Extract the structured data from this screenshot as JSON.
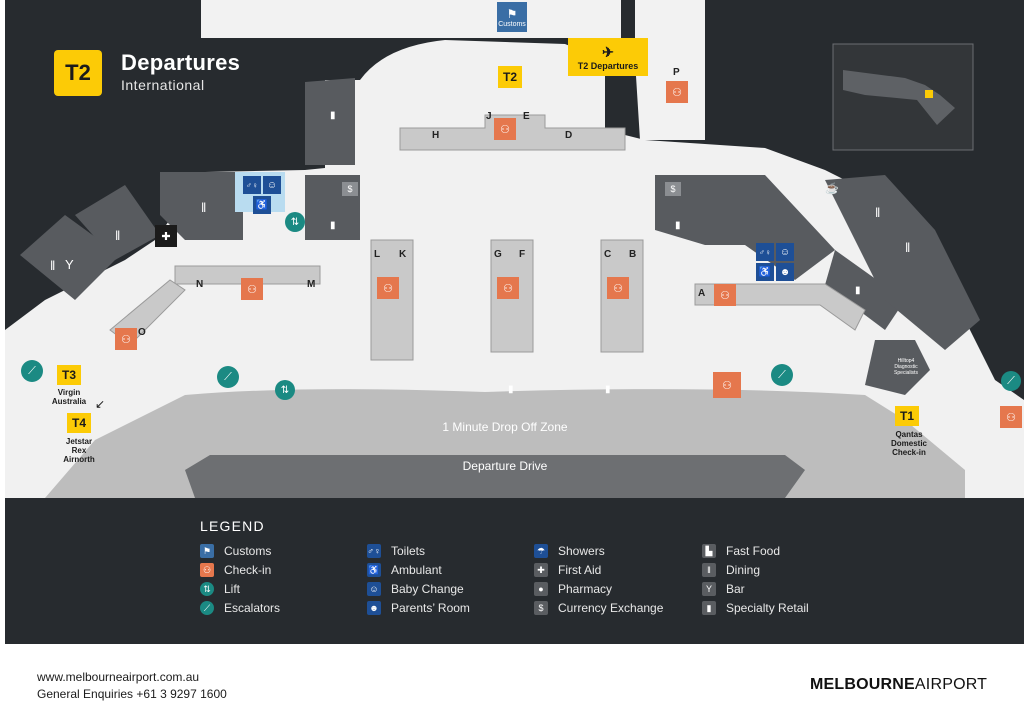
{
  "header": {
    "badge": "T2",
    "title": "Departures",
    "subtitle": "International"
  },
  "map_labels": {
    "customs_caption": "Customs",
    "t2_departures": "T2 Departures",
    "t2_badge": "T2",
    "drop_off": "1 Minute Drop Off Zone",
    "departure_drive": "Departure Drive",
    "t1_badge": "T1",
    "t1_line1": "Qantas",
    "t1_line2": "Domestic",
    "t1_line3": "Check-in",
    "t3_badge": "T3",
    "t3_line1": "Virgin",
    "t3_line2": "Australia",
    "t4_badge": "T4",
    "t4_line1": "Jetstar",
    "t4_line2": "Rex",
    "t4_line3": "Airnorth",
    "specialist_line1": "Hilltop4",
    "specialist_line2": "Diagnostic",
    "specialist_line3": "Specialists",
    "gates": {
      "H": "H",
      "J": "J",
      "E": "E",
      "D": "D",
      "P": "P",
      "L": "L",
      "K": "K",
      "G": "G",
      "F": "F",
      "C": "C",
      "B": "B",
      "N": "N",
      "M": "M",
      "O": "O",
      "A": "A"
    }
  },
  "legend": {
    "title": "LEGEND",
    "items": [
      {
        "label": "Customs",
        "color": "#3a6ea5",
        "icon": "customs-icon",
        "glyph": "⚑"
      },
      {
        "label": "Check-in",
        "color": "#e5774d",
        "icon": "check-in-icon",
        "glyph": "⚇"
      },
      {
        "label": "Lift",
        "color": "#1b8a83",
        "icon": "lift-icon",
        "glyph": "⇅"
      },
      {
        "label": "Escalators",
        "color": "#1b8a83",
        "icon": "escalator-icon",
        "glyph": "⟋"
      },
      {
        "label": "Toilets",
        "color": "#1e4f96",
        "icon": "toilets-icon",
        "glyph": "♂♀"
      },
      {
        "label": "Ambulant",
        "color": "#1e4f96",
        "icon": "ambulant-icon",
        "glyph": "♿"
      },
      {
        "label": "Baby Change",
        "color": "#1e4f96",
        "icon": "baby-change-icon",
        "glyph": "☺"
      },
      {
        "label": "Parents’ Room",
        "color": "#1e4f96",
        "icon": "parents-room-icon",
        "glyph": "☻"
      },
      {
        "label": "Showers",
        "color": "#1e4f96",
        "icon": "showers-icon",
        "glyph": "☂"
      },
      {
        "label": "First Aid",
        "color": "#5a5d61",
        "icon": "first-aid-icon",
        "glyph": "✚"
      },
      {
        "label": "Pharmacy",
        "color": "#5a5d61",
        "icon": "pharmacy-icon",
        "glyph": "●"
      },
      {
        "label": "Currency Exchange",
        "color": "#5a5d61",
        "icon": "currency-exchange-icon",
        "glyph": "$"
      },
      {
        "label": "Fast Food",
        "color": "#5a5d61",
        "icon": "fast-food-icon",
        "glyph": "▙"
      },
      {
        "label": "Dining",
        "color": "#5a5d61",
        "icon": "dining-icon",
        "glyph": "ǁ"
      },
      {
        "label": "Bar",
        "color": "#5a5d61",
        "icon": "bar-icon",
        "glyph": "Y"
      },
      {
        "label": "Specialty Retail",
        "color": "#5a5d61",
        "icon": "specialty-retail-icon",
        "glyph": "▮"
      }
    ]
  },
  "footer": {
    "url": "www.melbourneairport.com.au",
    "phone": "General Enquiries  +61 3 9297 1600",
    "logo_bold": "MELBOURNE",
    "logo_light": "AIRPORT"
  },
  "colors": {
    "background": "#272b2f",
    "floor": "#f2f2f2",
    "road": "#bdbdbd",
    "shop": "#585b5f",
    "checkin": "#e5774d",
    "badge": "#fccb06",
    "facility_blue": "#1e4f96",
    "lift_teal": "#1b8a83"
  }
}
